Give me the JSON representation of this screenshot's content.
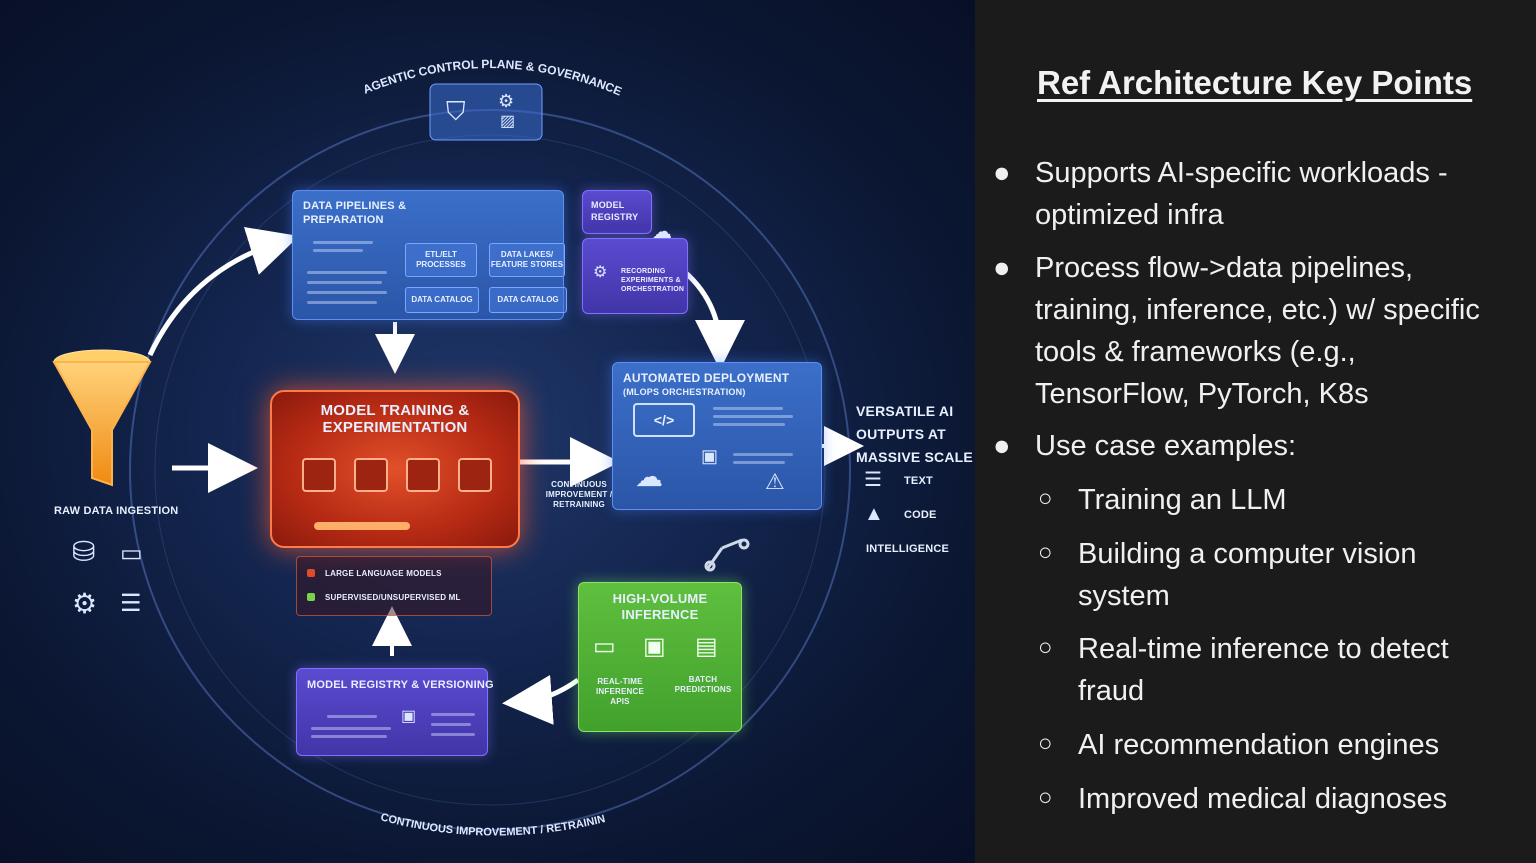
{
  "diagram": {
    "control_plane": "AGENTIC CONTROL PLANE & GOVERNANCE",
    "raw_data_ingestion": "RAW DATA INGESTION",
    "data_pipelines": {
      "title": "DATA PIPELINES & PREPARATION",
      "subs": [
        "ETL/ELT PROCESSES",
        "DATA LAKES/ FEATURE STORES",
        "DATA CATALOG",
        "DATA CATALOG"
      ]
    },
    "model_registry_small": {
      "title": "MODEL REGISTRY",
      "sub": "RECORDING EXPERIMENTS & ORCHESTRATION"
    },
    "model_training": {
      "title": "MODEL TRAINING & EXPERIMENTATION",
      "items": [
        "LARGE LANGUAGE MODELS",
        "SUPERVISED/UNSUPERVISED ML"
      ]
    },
    "automated_deployment": {
      "title": "AUTOMATED DEPLOYMENT",
      "subtitle": "(MLOPS ORCHESTRATION)",
      "code": "</>"
    },
    "continuous_label": "CONTINUOUS IMPROVEMENT / RETRAINING",
    "versatile_outputs": {
      "title": "VERSATILE AI OUTPUTS AT MASSIVE SCALE",
      "items": [
        "TEXT",
        "CODE",
        "INTELLIGENCE"
      ]
    },
    "high_volume": {
      "title": "HIGH-VOLUME INFERENCE",
      "left": "REAL-TIME INFERENCE APIS",
      "right": "BATCH PREDICTIONS"
    },
    "model_registry_versioning": "MODEL REGISTRY & VERSIONING",
    "bottom_arc": "CONTINUOUS IMPROVEMENT / RETRAINING"
  },
  "panel": {
    "title": "Ref Architecture Key Points",
    "bullets": [
      "Supports AI-specific workloads - optimized infra",
      "Process flow->data pipelines, training, inference, etc.) w/ specific tools & frameworks (e.g., TensorFlow, PyTorch, K8s",
      "Use case examples:"
    ],
    "sub_bullets": [
      "Training an LLM",
      "Building a computer vision system",
      "Real-time inference to detect fraud",
      "AI recommendation engines",
      "Improved medical diagnoses"
    ]
  },
  "colors": {
    "panel_bg": "#1b1b1b",
    "diagram_bg": "#0b1733",
    "training_red": "#c8341a",
    "deployment_blue": "#2f5fb8",
    "inference_green": "#4fb033",
    "registry_purple": "#4a3db8",
    "funnel_orange": "#f5a623"
  }
}
